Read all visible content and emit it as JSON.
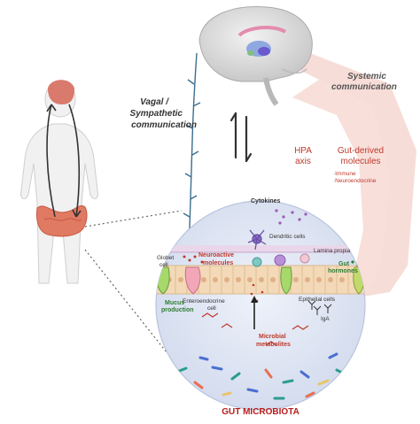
{
  "labels": {
    "vagal": "Vagal /",
    "sympathetic": "Sympathetic",
    "communication": "communication",
    "systemic": "Systemic",
    "systemic_comm": "communication",
    "hpa_1": "HPA",
    "hpa_2": "axis",
    "gut_derived_1": "Gut-derived",
    "gut_derived_2": "molecules",
    "immune": "·Immune",
    "neuroendocrine": "·Neuroendocrine",
    "cytokines": "Cytokines",
    "dendritic_cells": "Dendritic cells",
    "lamina_propria": "Lamina propia",
    "neuroactive_1": "Neuroactive",
    "neuroactive_2": "molecules",
    "goblet_1": "Globet",
    "goblet_2": "cell",
    "gut_hormones_1": "Gut",
    "gut_hormones_2": "hormones",
    "mucus_1": "Mucus",
    "mucus_2": "production",
    "enteroendocrine_1": "Enteroendocrine",
    "enteroendocrine_2": "cell",
    "epithelial_cells": "Epithelial cells",
    "iga": "IgA",
    "microbial_1": "Microbial",
    "microbial_2": "metabolites",
    "gut_microbiota": "GUT MICROBIOTA"
  },
  "colors": {
    "red_label": "#c0392b",
    "green_label": "#2e7d32",
    "dark_text": "#333333",
    "nerve": "#3b6e8f",
    "pink_path": "#f6d7d2",
    "circle_fill": "#dfe6f4"
  }
}
